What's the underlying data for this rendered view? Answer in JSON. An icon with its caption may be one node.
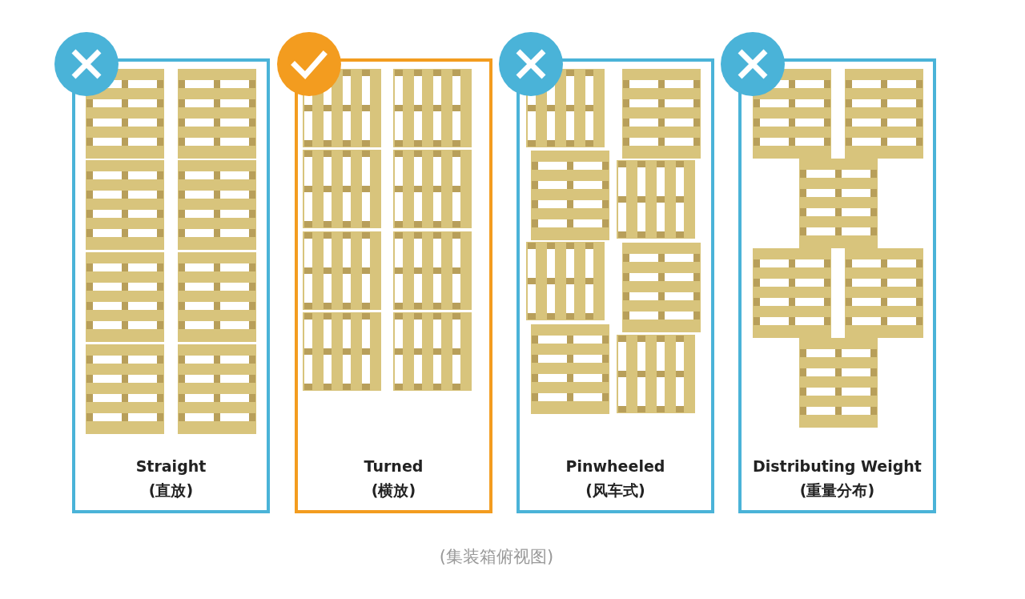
{
  "diagram": {
    "caption": "(集装箱俯视图)",
    "nodes": [
      {
        "text": [
          "Straight",
          "(直放)"
        ]
      },
      {
        "text": [
          "Turned",
          "(横放)"
        ]
      },
      {
        "text": [
          "Pinwheeled",
          "(风车式)"
        ]
      },
      {
        "text": [
          "Distributing Weight",
          "(重量分布)"
        ]
      }
    ]
  }
}
